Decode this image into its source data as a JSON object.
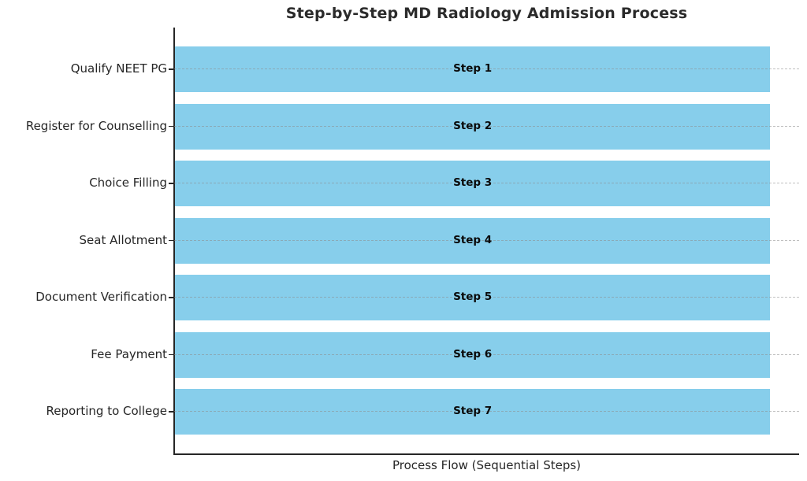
{
  "chart_data": {
    "type": "bar",
    "orientation": "horizontal",
    "title": "Step-by-Step MD Radiology Admission Process",
    "xlabel": "Process Flow (Sequential Steps)",
    "ylabel": "",
    "categories": [
      "Qualify NEET PG",
      "Register for Counselling",
      "Choice Filling",
      "Seat Allotment",
      "Document Verification",
      "Fee Payment",
      "Reporting to College"
    ],
    "values": [
      1,
      1,
      1,
      1,
      1,
      1,
      1
    ],
    "bar_labels": [
      "Step 1",
      "Step 2",
      "Step 3",
      "Step 4",
      "Step 5",
      "Step 6",
      "Step 7"
    ],
    "xlim": [
      0,
      1.05
    ],
    "bar_color": "#87CEEB",
    "grid": "horizontal dashed lines at each category center",
    "legend": "none",
    "category_order": "top to bottom"
  }
}
